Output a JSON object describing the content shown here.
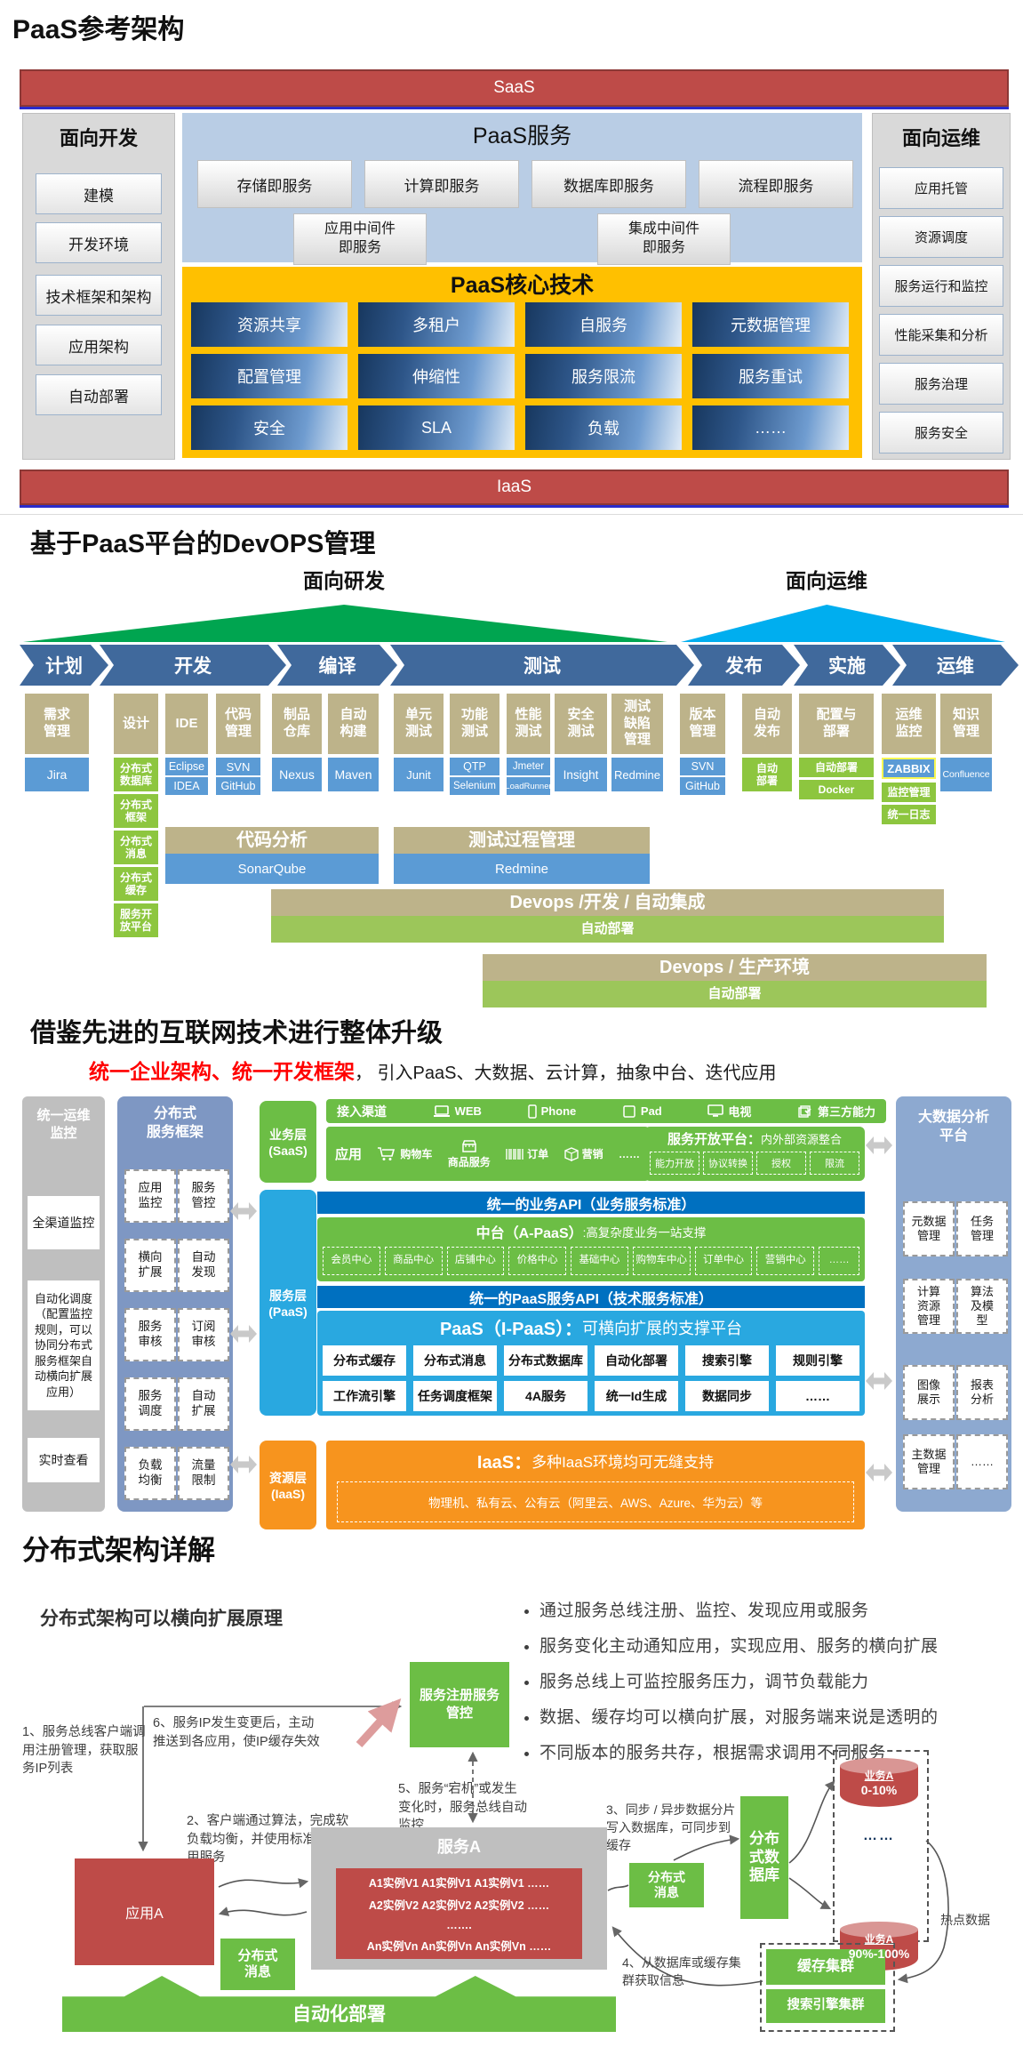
{
  "s1": {
    "title": "PaaS参考架构",
    "saas": "SaaS",
    "iaas": "IaaS",
    "dev": {
      "header": "面向开发",
      "items": [
        "建模",
        "开发环境",
        "技术框架和架构",
        "应用架构",
        "自动部署"
      ]
    },
    "ops": {
      "header": "面向运维",
      "items": [
        "应用托管",
        "资源调度",
        "服务运行和监控",
        "性能采集和分析",
        "服务治理",
        "服务安全"
      ]
    },
    "services": {
      "title": "PaaS服务",
      "row1": [
        "存储即服务",
        "计算即服务",
        "数据库即服务",
        "流程即服务"
      ],
      "row2": [
        "应用中间件\n即服务",
        "集成中间件\n即服务"
      ]
    },
    "core": {
      "title": "PaaS核心技术",
      "cells": [
        "资源共享",
        "多租户",
        "自服务",
        "元数据管理",
        "配置管理",
        "伸缩性",
        "服务限流",
        "服务重试",
        "安全",
        "SLA",
        "负载",
        "……"
      ]
    }
  },
  "s2": {
    "title": "基于PaaS平台的DevOPS管理",
    "rd": "面向研发",
    "om": "面向运维",
    "stages": [
      "计划",
      "开发",
      "编译",
      "测试",
      "发布",
      "实施",
      "运维"
    ],
    "cats": [
      {
        "label": "需求\n管理",
        "tools": [
          {
            "t": "Jira",
            "c": "blue"
          }
        ]
      },
      {
        "label": "设计",
        "tools": [
          {
            "t": "分布式\n数据库",
            "c": "green"
          },
          {
            "t": "分布式\n框架",
            "c": "green"
          },
          {
            "t": "分布式\n消息",
            "c": "green"
          },
          {
            "t": "分布式\n缓存",
            "c": "green"
          },
          {
            "t": "服务开\n放平台",
            "c": "green"
          }
        ]
      },
      {
        "label": "IDE",
        "tools": [
          {
            "t": "Eclipse",
            "c": "blue"
          },
          {
            "t": "IDEA",
            "c": "blue"
          }
        ]
      },
      {
        "label": "代码\n管理",
        "tools": [
          {
            "t": "SVN",
            "c": "blue"
          },
          {
            "t": "GitHub",
            "c": "blue"
          }
        ]
      },
      {
        "label": "制品\n仓库",
        "tools": [
          {
            "t": "Nexus",
            "c": "blue"
          }
        ]
      },
      {
        "label": "自动\n构建",
        "tools": [
          {
            "t": "Maven",
            "c": "blue"
          }
        ]
      },
      {
        "label": "单元\n测试",
        "tools": [
          {
            "t": "Junit",
            "c": "blue"
          }
        ]
      },
      {
        "label": "功能\n测试",
        "tools": [
          {
            "t": "QTP",
            "c": "blue"
          },
          {
            "t": "Selenium",
            "c": "blue"
          }
        ]
      },
      {
        "label": "性能\n测试",
        "tools": [
          {
            "t": "Jmeter",
            "c": "blue"
          },
          {
            "t": "LoadRunner",
            "c": "blue"
          }
        ]
      },
      {
        "label": "安全\n测试",
        "tools": [
          {
            "t": "Insight",
            "c": "blue"
          }
        ]
      },
      {
        "label": "测试\n缺陷\n管理",
        "tools": [
          {
            "t": "Redmine",
            "c": "blue"
          }
        ]
      },
      {
        "label": "版本\n管理",
        "tools": [
          {
            "t": "SVN",
            "c": "blue"
          },
          {
            "t": "GitHub",
            "c": "blue"
          }
        ]
      },
      {
        "label": "自动\n发布",
        "tools": [
          {
            "t": "自动\n部署",
            "c": "green"
          }
        ]
      },
      {
        "label": "配置与\n部署",
        "tools": [
          {
            "t": "自动部署",
            "c": "green"
          },
          {
            "t": "Docker",
            "c": "green"
          }
        ]
      },
      {
        "label": "运维\n监控",
        "tools": [
          {
            "t": "ZABBIX",
            "c": "zabbix"
          },
          {
            "t": "监控管理",
            "c": "green"
          },
          {
            "t": "统一日志",
            "c": "green"
          }
        ]
      },
      {
        "label": "知识\n管理",
        "tools": [
          {
            "t": "Confluence",
            "c": "blue"
          }
        ]
      }
    ],
    "bands": [
      {
        "title": "代码分析",
        "sub": "SonarQube"
      },
      {
        "title": "测试过程管理",
        "sub": "Redmine"
      },
      {
        "title": "Devops /开发 / 自动集成",
        "sub": "自动部署"
      },
      {
        "title": "Devops /  生产环境",
        "sub": "自动部署"
      }
    ]
  },
  "s3": {
    "title": "借鉴先进的互联网技术进行整体升级",
    "lead_red": "统一企业架构、统一开发框架",
    "lead_rest": "， 引入PaaS、大数据、云计算，抽象中台、迭代应用",
    "monitor": {
      "header": "统一运维\n监控",
      "items": [
        "全渠道监控",
        "自动化调度（配置监控规则，可以协同分布式服务框架自动横向扩展应用）",
        "实时查看"
      ]
    },
    "dsf": {
      "header": "分布式\n服务框架",
      "items": [
        "应用\n监控",
        "服务\n管控",
        "横向\n扩展",
        "自动\n发现",
        "服务\n审核",
        "订阅\n审核",
        "服务\n调度",
        "自动\n扩展",
        "负载\n均衡",
        "流量\n限制"
      ]
    },
    "biz_label": "业务层\n(SaaS)",
    "svc_label": "服务层\n(PaaS)",
    "res_label": "资源层\n(IaaS)",
    "channel_label": "接入渠道",
    "channels": [
      "WEB",
      "Phone",
      "Pad",
      "电视",
      "第三方能力"
    ],
    "app_label": "应用",
    "apps": [
      "购物车",
      "商品服务",
      "订单",
      "营销",
      "……"
    ],
    "open_platform": {
      "title_b": "服务开放平台：",
      "title_rest": "内外部资源整合",
      "items": [
        "能力开放",
        "协议转换",
        "授权",
        "限流"
      ]
    },
    "biz_api": "统一的业务API（业务服务标准）",
    "apaas": {
      "title_b": "中台（A-PaaS）",
      "title_rest": ":高复杂度业务一站支撑",
      "items": [
        "会员中心",
        "商品中心",
        "店铺中心",
        "价格中心",
        "基础中心",
        "购物车中心",
        "订单中心",
        "营销中心",
        "……"
      ]
    },
    "paas_api": "统一的PaaS服务API（技术服务标准）",
    "ipaas": {
      "title_b": "PaaS（I-PaaS）：",
      "title_rest": "可横向扩展的支撑平台",
      "row1": [
        "分布式缓存",
        "分布式消息",
        "分布式数据库",
        "自动化部署",
        "搜索引擎",
        "规则引擎"
      ],
      "row2": [
        "工作流引擎",
        "任务调度框架",
        "4A服务",
        "统一Id生成",
        "数据同步",
        "……"
      ]
    },
    "iaas": {
      "title_b": "IaaS：",
      "title_rest": "多种IaaS环境均可无缝支持",
      "sub": "物理机、私有云、公有云（阿里云、AWS、Azure、华为云）等"
    },
    "bigdata": {
      "header": "大数据分析\n平台",
      "items": [
        "元数据\n管理",
        "任务\n管理",
        "计算\n资源\n管理",
        "算法\n及模\n型",
        "图像\n展示",
        "报表\n分析",
        "主数据\n管理",
        "……"
      ]
    }
  },
  "s4": {
    "title": "分布式架构详解",
    "subtitle": "分布式架构可以横向扩展原理",
    "bullets": [
      "通过服务总线注册、监控、发现应用或服务",
      "服务变化主动通知应用，实现应用、服务的横向扩展",
      "服务总线上可监控服务压力，调节负载能力",
      "数据、缓存均可以横向扩展，对服务端来说是透明的",
      "不同版本的服务共存，根据需求调用不同服务"
    ],
    "registry": "服务注册服务管控",
    "notes": {
      "n1": "1、服务总线客户端调用注册管理，获取服务IP列表",
      "n2": "2、客户端通过算法，完成软负载均衡，并使用标准协议调用服务",
      "n3": "3、同步 / 异步数据分片写入数据库，可同步到缓存",
      "n4": "4、从数据库或缓存集群获取信息",
      "n5": "5、服务“宕机”或发生变化时，服务总线自动监控",
      "n6": "6、服务IP发生变更后，主动推送到各应用，使IP缓存失效"
    },
    "app_a": "应用A",
    "service_a": "服务A",
    "instances": [
      "A1实例V1 A1实例V1 A1实例V1  ……",
      "A2实例V2 A2实例V2 A2实例V2  ……",
      "…….",
      "An实例Vn An实例Vn An实例Vn  ……"
    ],
    "dist_msg": "分布式\n消息",
    "dist_db": "分布\n式数\n据库",
    "auto_deploy": "自动化部署",
    "cyl_top": {
      "l1": "业务A",
      "l2": "0-10%"
    },
    "cyl_mid": "……",
    "cyl_bot": {
      "l1": "业务A",
      "l2": "90%-100%"
    },
    "hot": "热点数据",
    "cache_cluster": "缓存集群",
    "search_cluster": "搜索引擎集群"
  },
  "colors": {
    "red_bar": "#BE4B48",
    "gold": "#FFC000",
    "green": "#8DC63F",
    "dark_green": "#6CBE45",
    "steel_arrow": "#40699C",
    "tool_blue": "#5B9BD5",
    "cyan": "#29A8E0",
    "orange": "#F7941E",
    "band_blue": "#0070C0",
    "triangle_green": "#00A550",
    "triangle_blue": "#00AEEF",
    "accent_red": "#FF0000"
  }
}
